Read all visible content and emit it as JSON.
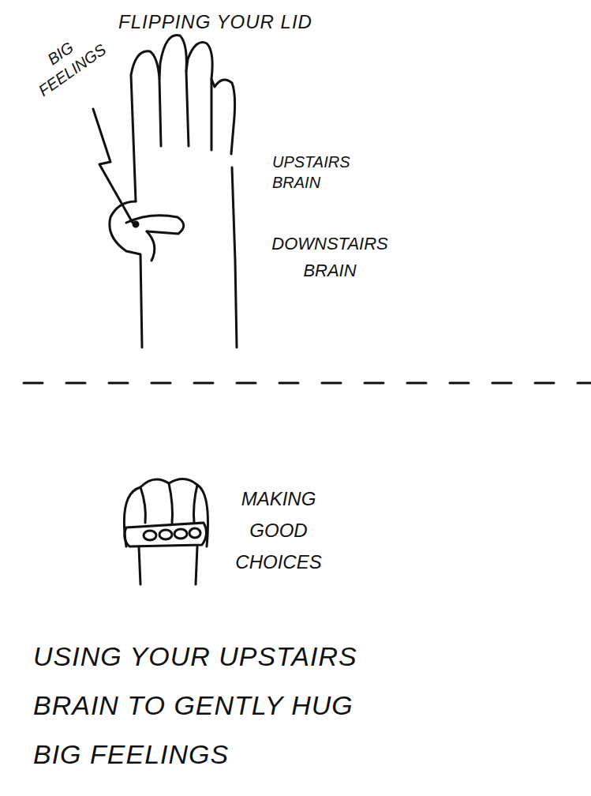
{
  "diagram": {
    "title": "FLIPPING YOUR LID",
    "caption": "USING YOUR UPSTAIRS BRAIN TO GENTLY HUG BIG FEELINGS",
    "labels": [
      "BIG FEELINGS",
      "UPSTAIRS BRAIN",
      "DOWNSTAIRS BRAIN",
      "MAKING GOOD CHOICES"
    ]
  }
}
